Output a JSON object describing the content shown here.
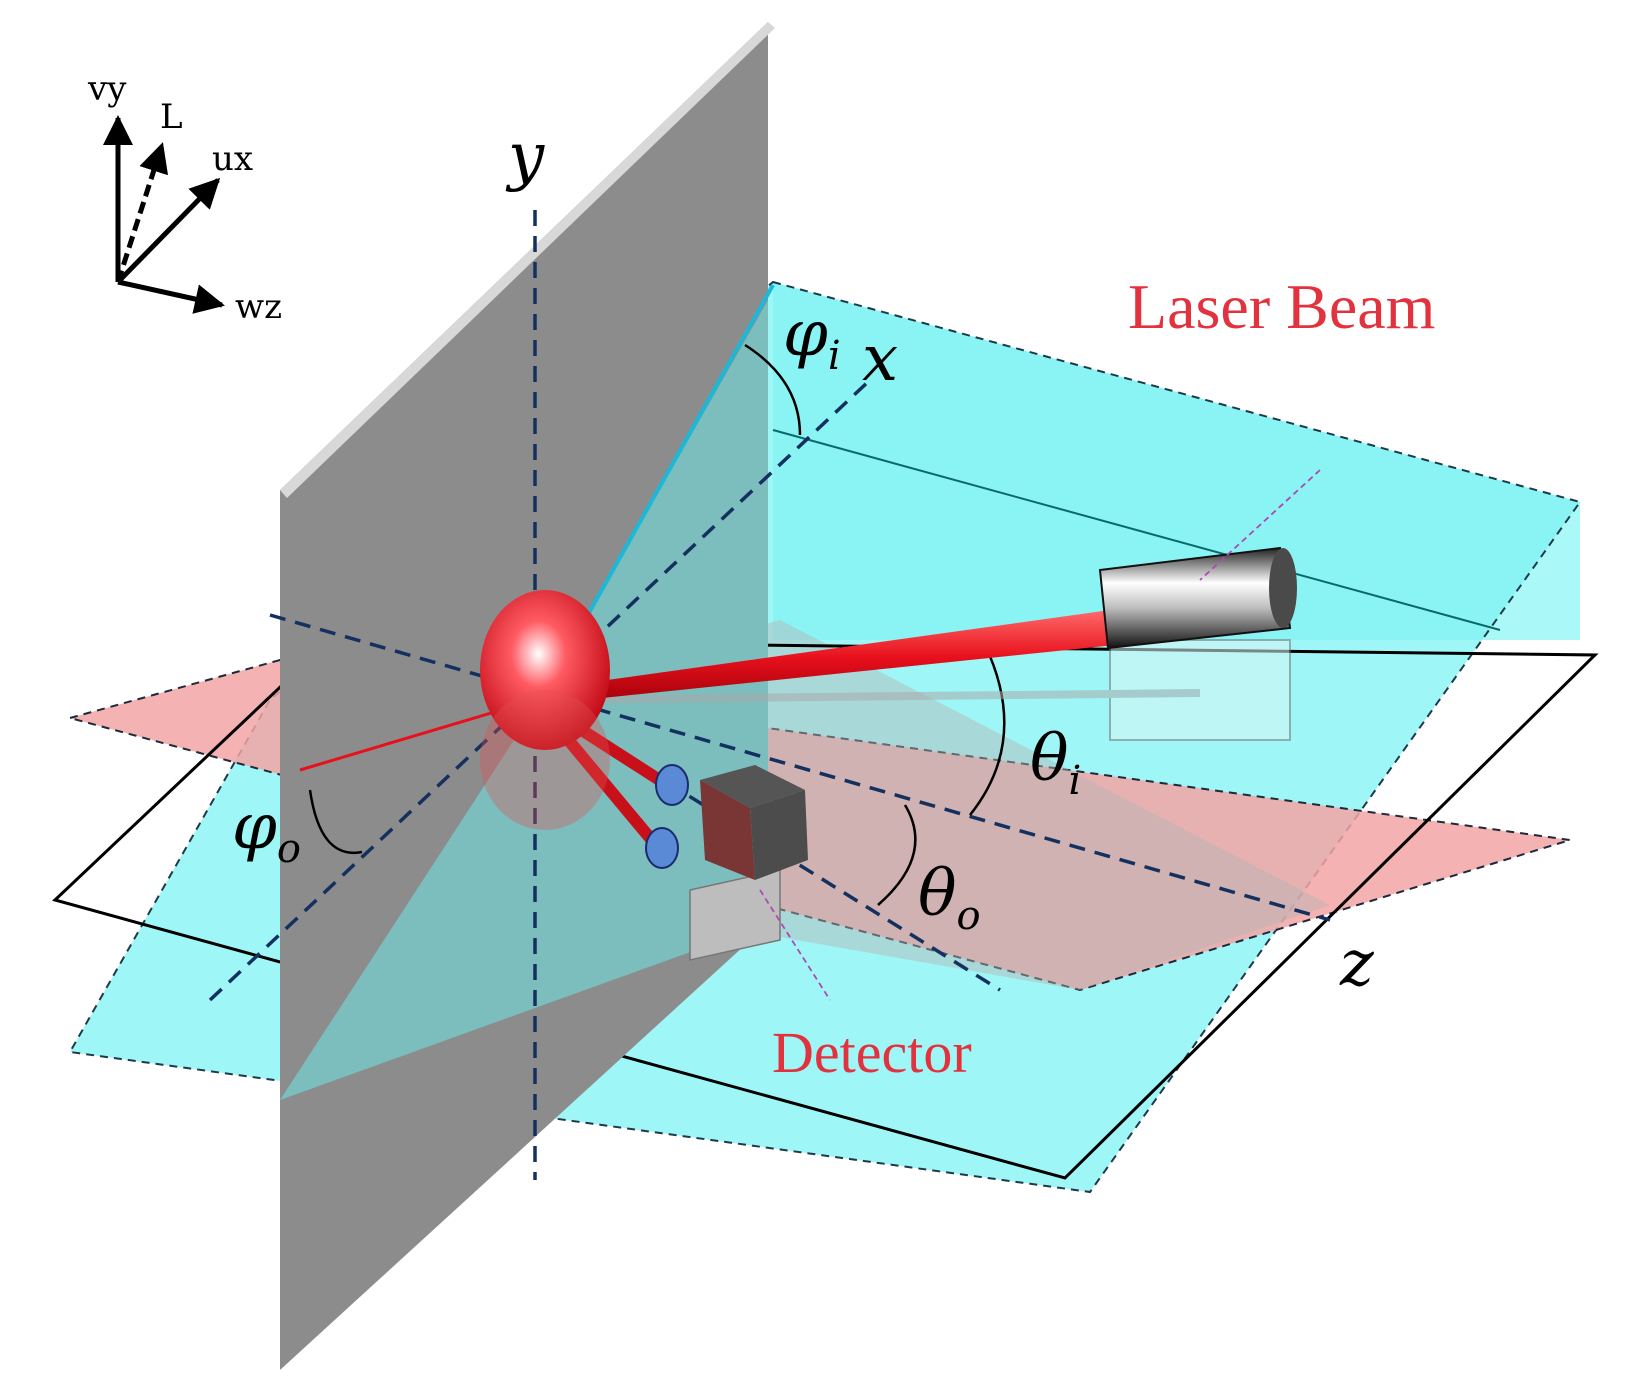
{
  "labels": {
    "laser_beam": "Laser Beam",
    "detector": "Detector",
    "axis_x": "x",
    "axis_y": "y",
    "axis_z": "z",
    "phi_i_base": "φ",
    "phi_i_sub": "i",
    "phi_o_base": "φ",
    "phi_o_sub": "o",
    "theta_i_base": "θ",
    "theta_i_sub": "i",
    "theta_o_base": "θ",
    "theta_o_sub": "o"
  },
  "coordinate_key": {
    "vy": "vy",
    "l": "L",
    "ux": "ux",
    "wz": "wz"
  },
  "colors": {
    "cyan_plane": "#7ff3f3",
    "red_plane": "#f3a5a5",
    "gray_plate": "#8c8c8c",
    "laser_red": "#e8101c",
    "label_red": "#e2323e",
    "axis_blue": "#14305f"
  }
}
